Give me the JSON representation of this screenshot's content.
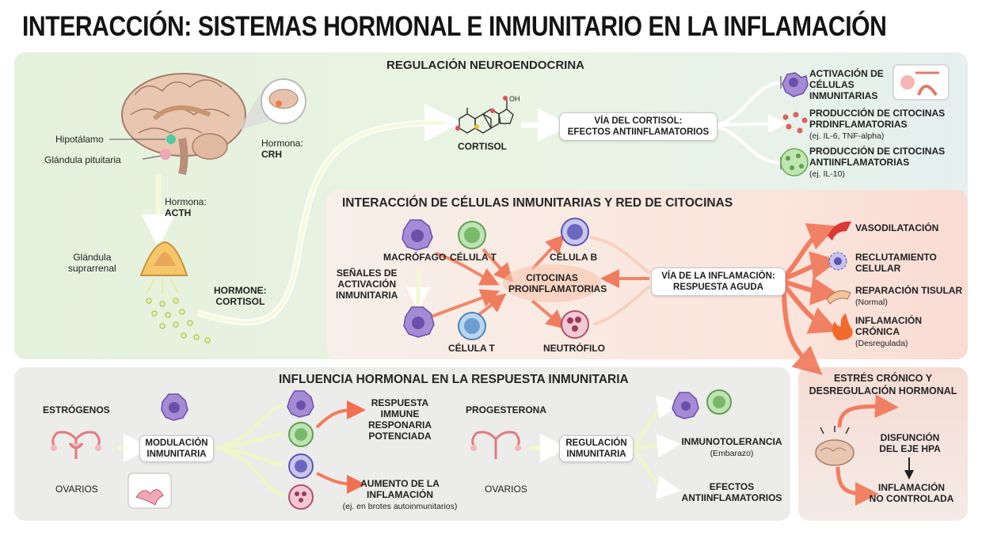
{
  "title": "INTERACCIÓN: SISTEMAS HORMONAL E INMUNITARIO EN LA INFLAMACIÓN",
  "colors": {
    "green_panel": "#e3f1df",
    "red_panel": "#fbe2dc",
    "gray_panel": "#ececec",
    "arrow_red": "#f06848",
    "arrow_green": "#e7f4c4"
  },
  "neuro": {
    "header": "REGULACIÓN NEUROENDOCRINA",
    "hipotalamo": "Hipotálamo",
    "pituitaria": "Glándula pituitaria",
    "crh_line1": "Hormona:",
    "crh_line2": "CRH",
    "acth_line1": "Hormona:",
    "acth_line2": "ACTH",
    "suprarrenal_line1": "Glándula",
    "suprarrenal_line2": "suprarrenal",
    "cortisol_hormone_line1": "HORMONE:",
    "cortisol_hormone_line2": "CORTISOL",
    "cortisol_mol": "CORTISOL",
    "oh": "OH",
    "via_line1": "VÍA DEL CORTISOL:",
    "via_line2": "EFECTOS ANTIINFLAMATORIOS",
    "out1_l1": "ACTIVACIÓN DE",
    "out1_l2": "CÉLULAS",
    "out1_l3": "INMUNITARIAS",
    "out2_l1": "PRODUCCIÓN DE CITOCINAS",
    "out2_l2": "PRDINFLAMATORIAS",
    "out2_l3": "(ej. IL-6, TNF-alpha)",
    "out3_l1": "PRODUCCIÓN DE CITOCINAS",
    "out3_l2": "ANTIINFLAMATORIAS",
    "out3_l3": "(ej. IL-10)"
  },
  "immune": {
    "header": "INTERACCIÓN DE CÉLULAS INMUNITARIAS Y RED DE CITOCINAS",
    "macrofago": "MACRÓFAGO",
    "celula_t1": "CÉLULA T",
    "celula_b": "CÉLULA B",
    "celula_t2": "CÉLULA T",
    "neutrofilo": "NEUTRÓFILO",
    "senales_l1": "SEÑALES DE",
    "senales_l2": "ACTIVACIÓN",
    "senales_l3": "INMUNITARIA",
    "citocinas_l1": "CITOCINAS",
    "citocinas_l2": "PROINFLAMATORIAS",
    "via_l1": "VÍA DE LA INFLAMACIÓN:",
    "via_l2": "RESPUESTA AGUDA",
    "vaso": "VASODILATACIÓN",
    "recl_l1": "RECLUTAMIENTO",
    "recl_l2": "CELULAR",
    "rep_l1": "REPARACIÓN TISULAR",
    "rep_l2": "(Normal)",
    "cron_l1": "INFLAMACIÓN",
    "cron_l2": "CRÓNICA",
    "cron_l3": "(Desregulada)"
  },
  "hormonal": {
    "header": "INFLUENCIA HORMONAL EN LA RESPUESTA INMUNITARIA",
    "estrogenos": "ESTRÓGENOS",
    "ovarios1": "OVARIOS",
    "mod_l1": "MODULACIÓN",
    "mod_l2": "INMUNITARIA",
    "resp_l1": "RESPUESTA",
    "resp_l2": "IMMUNE",
    "resp_l3": "RESPONARIA",
    "resp_l4": "POTENCIADA",
    "aum_l1": "AUMENTO DE LA",
    "aum_l2": "INFLAMACIÓN",
    "aum_l3": "(ej. en brotes autoinmunitarios)",
    "progesterona": "PROGESTERONA",
    "ovarios2": "OVARIOS",
    "reg_l1": "REGULACIÓN",
    "reg_l2": "INMUNITARIA",
    "inmuno_l1": "INMUNOTOLERANCIA",
    "inmuno_l2": "(Embarazo)",
    "efe_l1": "EFECTOS",
    "efe_l2": "ANTIINFLAMATORIOS"
  },
  "stress": {
    "header_l1": "ESTRÉS CRÓNICO Y",
    "header_l2": "DESREGULACIÓN HORMONAL",
    "disf_l1": "DISFUNCIÓN",
    "disf_l2": "DEL EJE HPA",
    "infl_l1": "INFLAMACIÓN",
    "infl_l2": "NO CONTROLADA"
  }
}
